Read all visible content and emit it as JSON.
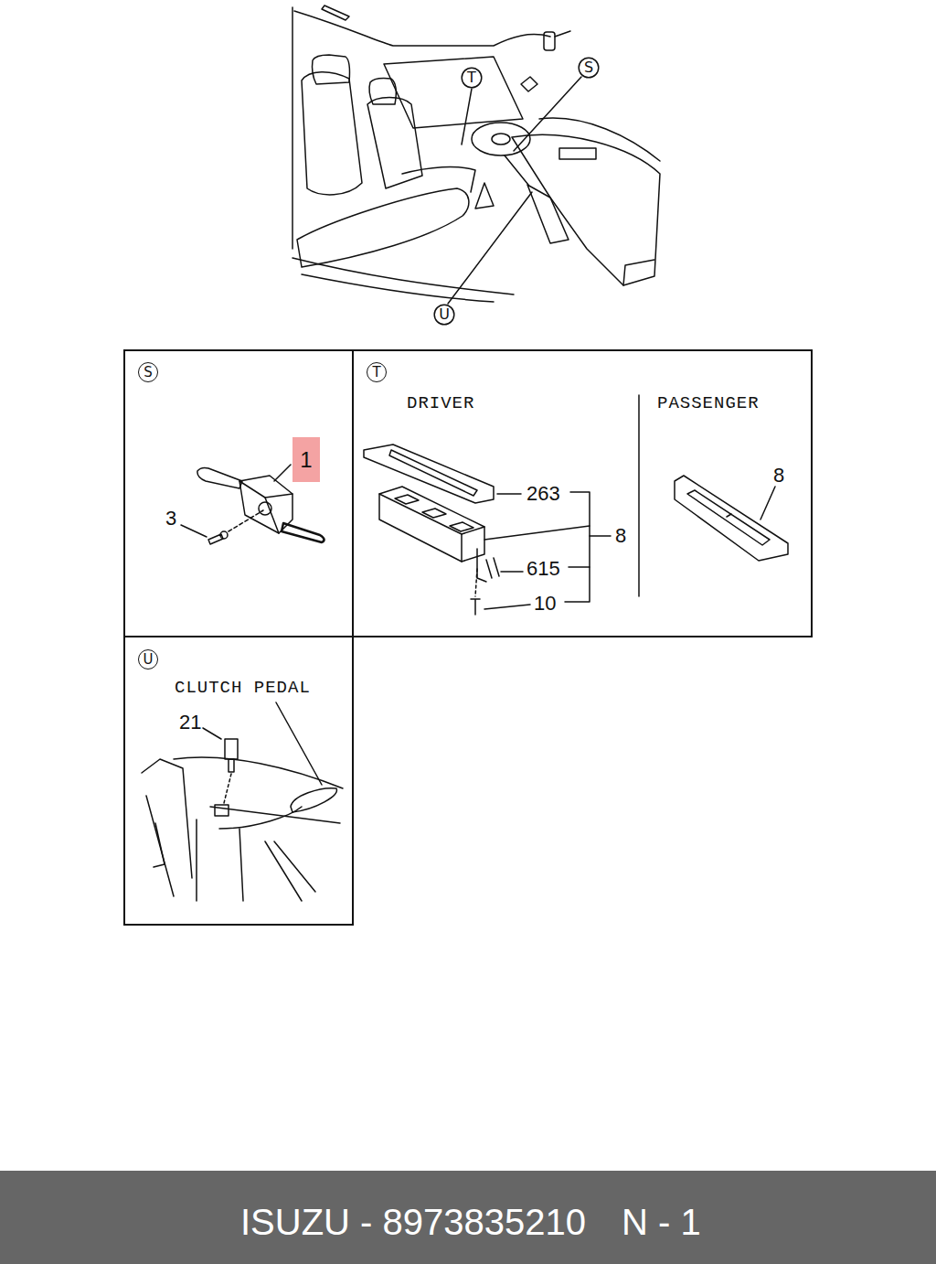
{
  "diagram": {
    "nodes": [
      {
        "text": [
          "T"
        ]
      },
      {
        "text": [
          "S"
        ]
      },
      {
        "text": [
          "U"
        ]
      },
      {
        "text": [
          "S"
        ]
      },
      {
        "text": [
          "1"
        ],
        "in": 3
      },
      {
        "text": [
          "T",
          "DRIVER",
          "PASSENGER"
        ]
      },
      {
        "text": [
          "U",
          "CLUTCH PEDAL"
        ]
      },
      {
        "text": [
          "ISUZU - 8973835210",
          "N - 1"
        ]
      }
    ],
    "labels": [
      "3",
      "263",
      "8",
      "615",
      "10",
      "8",
      "21"
    ]
  }
}
